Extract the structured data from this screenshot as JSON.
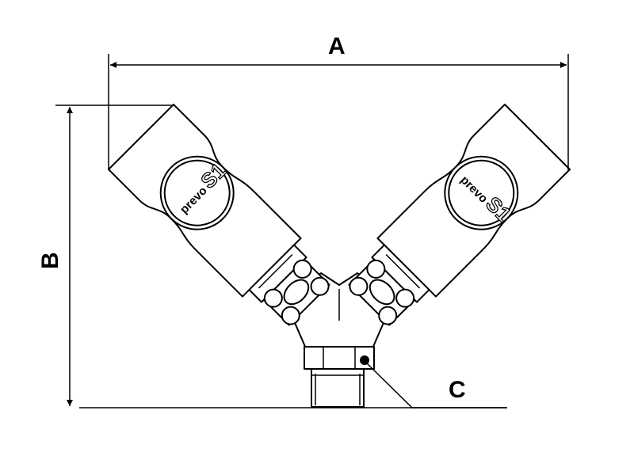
{
  "diagram": {
    "dimension_labels": {
      "a": "A",
      "b": "B",
      "c": "C"
    },
    "logo_text": {
      "name": "prevo",
      "mark": "S1"
    },
    "colors": {
      "line": "#000000",
      "background": "#ffffff"
    }
  }
}
